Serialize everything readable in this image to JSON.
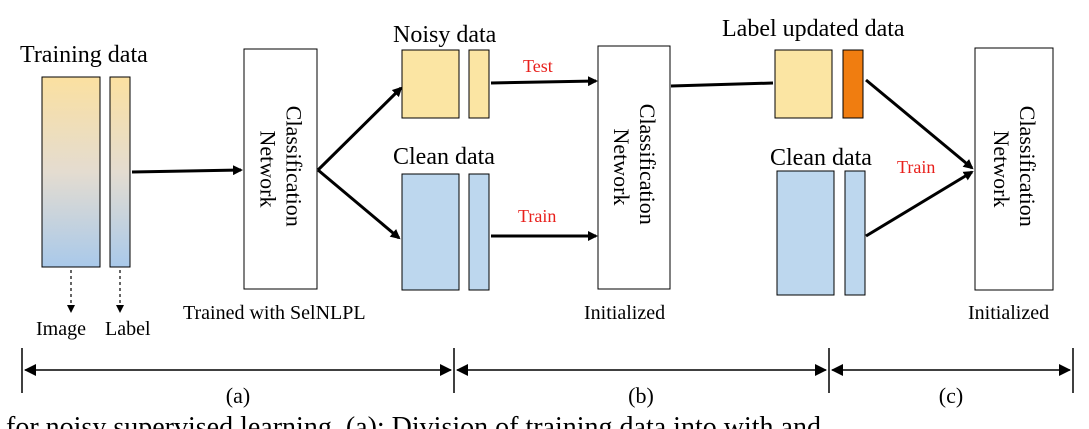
{
  "sections": {
    "a": {
      "title": "Training data",
      "image_label": "Image",
      "label_label": "Label",
      "network": "Classification Network",
      "network_caption": "Trained with SelNLPL",
      "section_label": "(a)"
    },
    "b": {
      "noisy_title": "Noisy data",
      "clean_title": "Clean data",
      "test_label": "Test",
      "train_label": "Train",
      "network": "Classification Network",
      "network_caption": "Initialized",
      "section_label": "(b)"
    },
    "c": {
      "updated_title": "Label updated data",
      "clean_title": "Clean data",
      "train_label": "Train",
      "network": "Classification Network",
      "network_caption": "Initialized",
      "section_label": "(c)"
    }
  },
  "caption_fragment": "for  noisy  supervised  learning. (a): Division  of  training  data into  with  and",
  "colors": {
    "noisy_fill": "#fbe5a3",
    "clean_fill": "#bdd7ee",
    "updated_label_fill": "#f07d10",
    "accent_text": "#e8201c",
    "stroke": "#000000"
  }
}
